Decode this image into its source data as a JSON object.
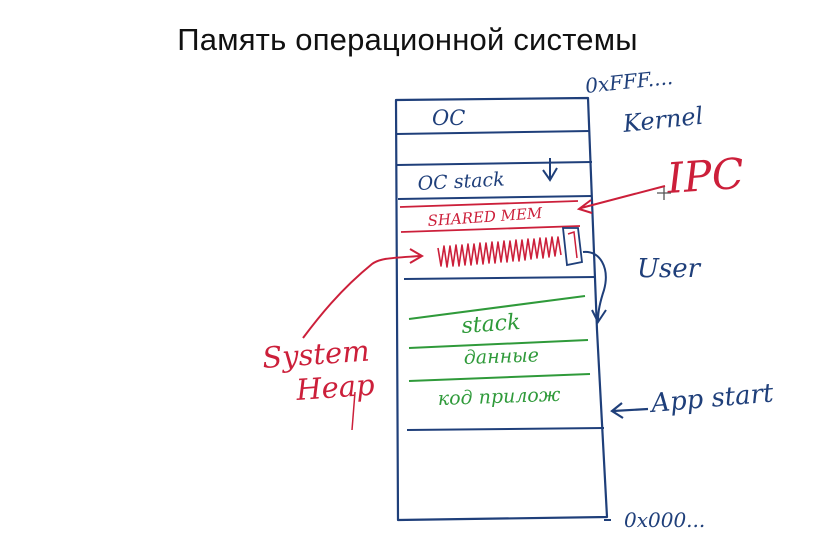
{
  "title": "Память операционной системы",
  "diagram": {
    "addr_high": "0xFFF....",
    "addr_low": "0x000...",
    "kernel_label": "Kernel",
    "user_label": "User",
    "app_start_label": "App start",
    "ipc_label": "IPC",
    "system_heap_line1": "System",
    "system_heap_line2": "Heap",
    "segments": {
      "os": "OC",
      "os_stack": "OC stack",
      "shared_mem": "SHARED MEM",
      "stack": "stack",
      "data": "данные",
      "code": "код прилож"
    },
    "colors": {
      "ink_blue": "#1f3f7a",
      "ink_red": "#cc1f3a",
      "ink_green": "#2f9a3a",
      "title": "#111111"
    }
  }
}
